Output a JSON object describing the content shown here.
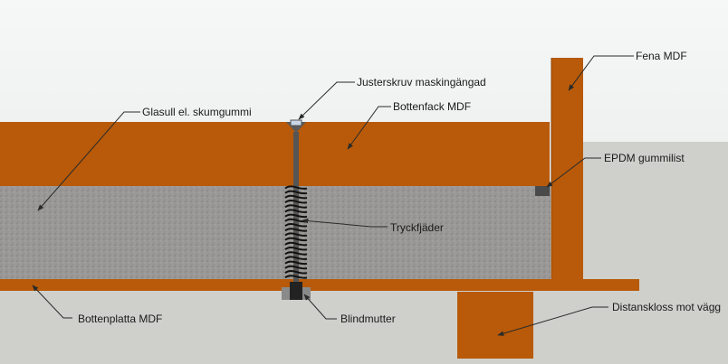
{
  "colors": {
    "sky_top": "#f6f7f7",
    "sky_bottom": "#e4e6e6",
    "ground": "#cfd0cc",
    "mdf": "#b85a09",
    "mdf_edge": "#8a4307",
    "insulation": "#9a9896",
    "screw": "#555555",
    "spring": "#111111",
    "gasket": "#4a4a4a",
    "leader": "#2a2a2a"
  },
  "labels": {
    "fena": "Fena MDF",
    "justerskruv": "Justerskruv maskingängad",
    "glasull": "Glasull el. skumgummi",
    "bottenfack": "Bottenfack MDF",
    "epdm": "EPDM gummilist",
    "tryckfjader": "Tryckfjäder",
    "bottenplatta": "Bottenplatta MDF",
    "blindmutter": "Blindmutter",
    "distanskloss": "Distanskloss mot vägg"
  }
}
